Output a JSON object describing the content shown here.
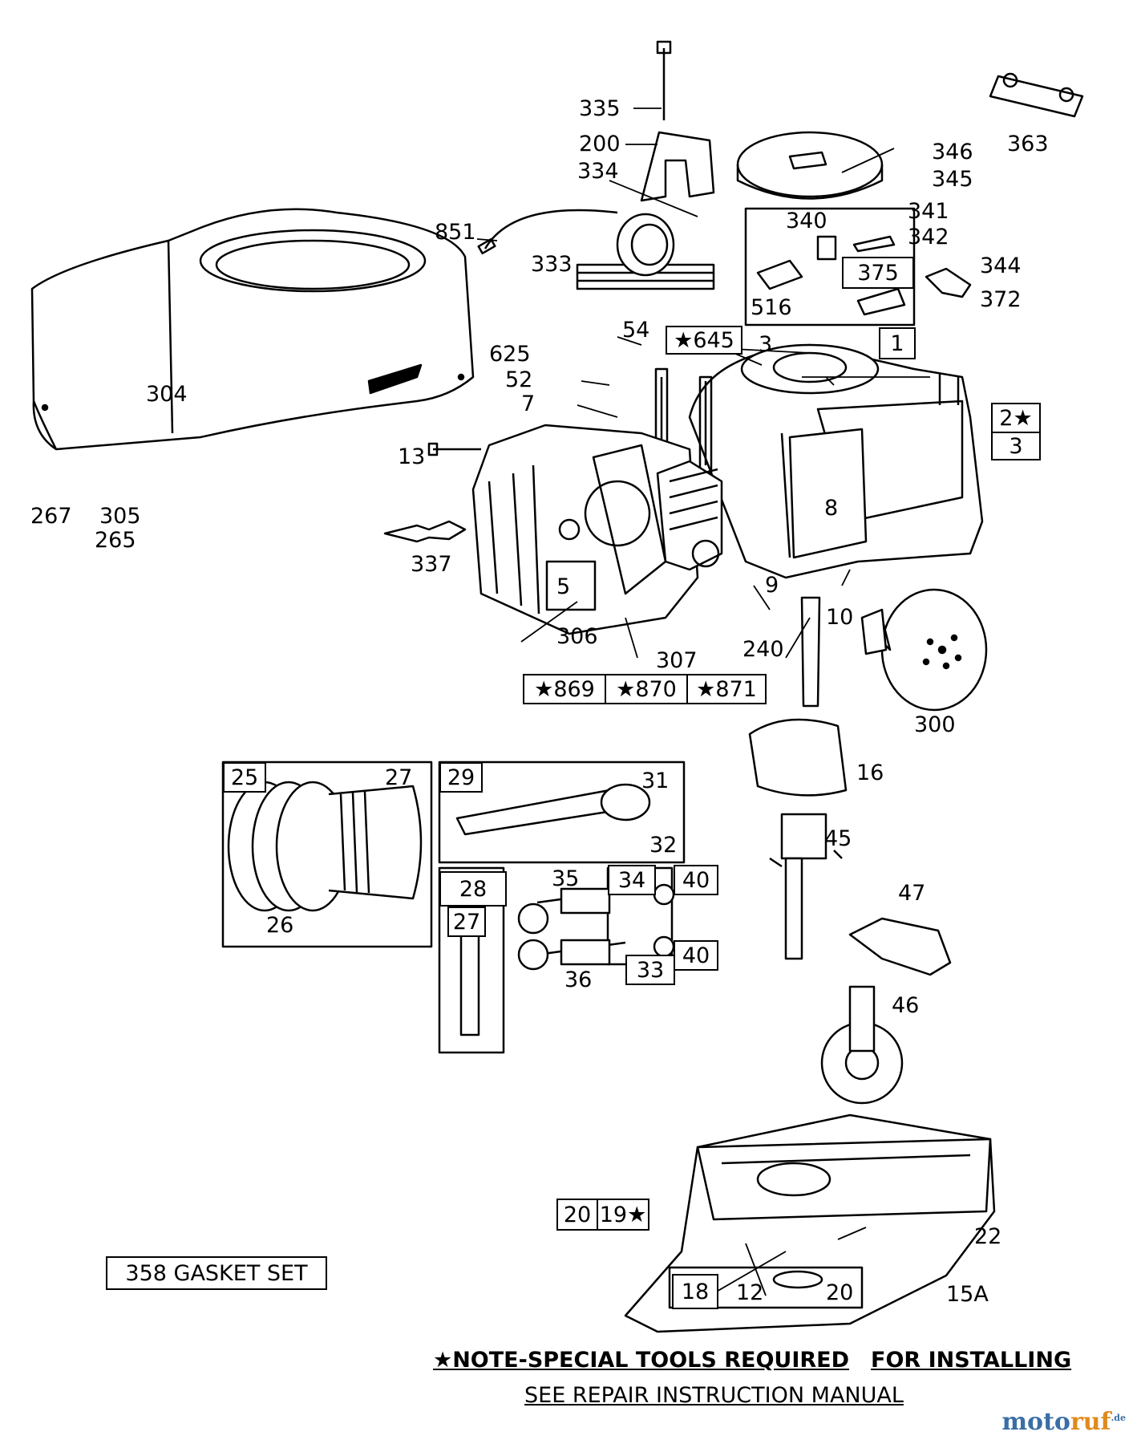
{
  "callouts": {
    "c335": "335",
    "c200": "200",
    "c334": "334",
    "c851": "851",
    "c333": "333",
    "c54": "54",
    "c625": "625",
    "c52": "52",
    "c7": "7",
    "c304": "304",
    "c13": "13",
    "c267": "267",
    "c305": "305",
    "c265": "265",
    "c337": "337",
    "c306": "306",
    "c307": "307",
    "c5": "5",
    "c8": "8",
    "c9": "9",
    "c10": "10",
    "c240": "240",
    "c300": "300",
    "c16": "16",
    "c45": "45",
    "c47": "47",
    "c46": "46",
    "c22": "22",
    "c15a": "15A",
    "c346": "346",
    "c345": "345",
    "c363": "363",
    "c341": "341",
    "c340": "340",
    "c342": "342",
    "c344": "344",
    "c372": "372",
    "c516": "516",
    "c27a": "27",
    "c26": "26",
    "c31": "31",
    "c32": "32",
    "c35": "35",
    "c36": "36",
    "c3a": "3"
  },
  "boxes": {
    "b375": "375",
    "b645": "★645",
    "b1": "1",
    "b2": "2★",
    "b3": "3",
    "b869": "★869",
    "b870": "★870",
    "b871": "★871",
    "b25": "25",
    "b29": "29",
    "b28": "28",
    "b27": "27",
    "b34": "34",
    "b40a": "40",
    "b33": "33",
    "b40b": "40",
    "b20a": "20",
    "b19": "19★",
    "b18": "18",
    "b12": "12",
    "b20b": "20",
    "gasket": "358 GASKET SET"
  },
  "note": {
    "line1": "★NOTE-SPECIAL TOOLS REQUIRED",
    "line1b": "FOR INSTALLING",
    "line2": "SEE REPAIR INSTRUCTION MANUAL"
  },
  "watermark": {
    "a": "moto",
    "b": "ruf",
    "c": "",
    "sup": ".de"
  }
}
